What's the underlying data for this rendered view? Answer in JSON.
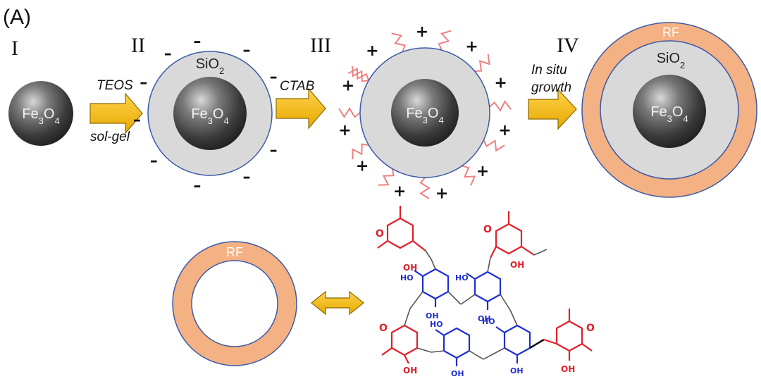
{
  "panel_label": "(A)",
  "steps": [
    {
      "numeral": "I",
      "core": "Fe3O4"
    },
    {
      "numeral": "II",
      "core": "Fe3O4",
      "shell": "SiO2",
      "charge": "–"
    },
    {
      "numeral": "III",
      "core": "Fe3O4",
      "charge": "+"
    },
    {
      "numeral": "IV",
      "core": "Fe3O4",
      "shell": "SiO2",
      "outer": "RF"
    }
  ],
  "arrows": [
    {
      "top": "TEOS",
      "bottom": "sol-gel"
    },
    {
      "top": "CTAB",
      "bottom": ""
    },
    {
      "top": "In situ",
      "bottom": "growth"
    }
  ],
  "bottom": {
    "ring_label": "RF",
    "chem": {
      "oxygen": "O",
      "hydroxyl": "OH",
      "hydroxyl_alt": "HO"
    }
  },
  "colors": {
    "core": "#4a4a4a",
    "silica": "#d9d9d9",
    "rf": "#f4b183",
    "arrow": "#ffc000",
    "ctab": "#f08080",
    "red": "#e0202a",
    "blue": "#1f2fd0"
  }
}
